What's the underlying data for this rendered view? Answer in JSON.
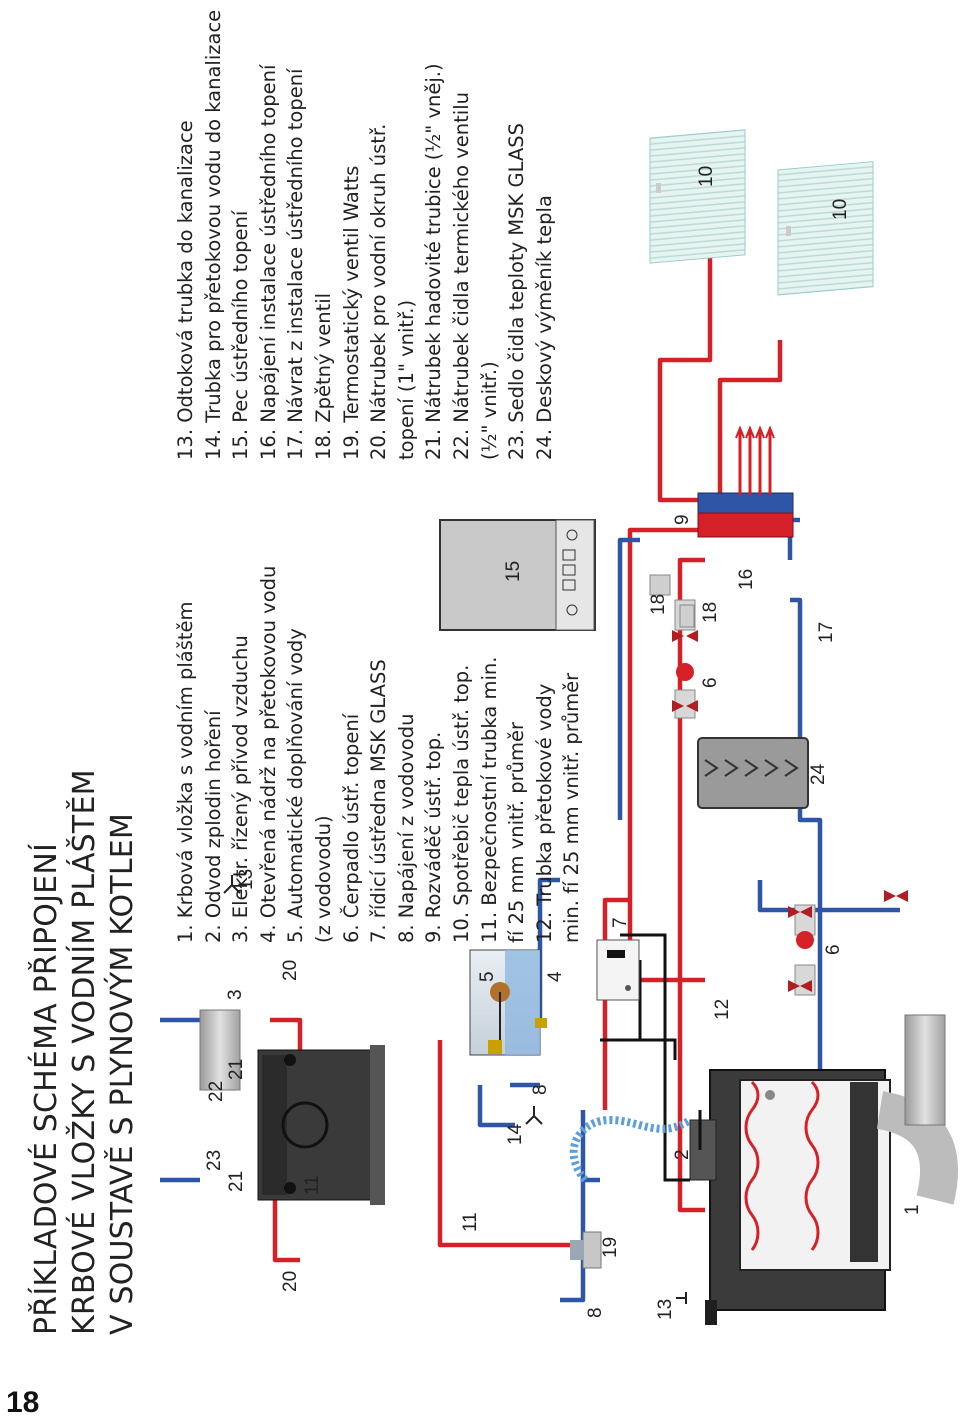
{
  "page_number": "18",
  "title_lines": [
    "PŘÍKLADOVÉ SCHÉMA PŘIPOJENÍ",
    "KRBOVÉ VLOŽKY S VODNÍM PLÁŠTĚM",
    "V SOUSTAVĚ S PLYNOVÝM KOTLEM"
  ],
  "legend_col1": [
    "1. Krbová vložka s vodním pláštěm",
    "2. Odvod zplodin hoření",
    "3. Elektr. řízený přívod vzduchu",
    "4. Otevřená nádrž na přetokovou vodu",
    "5. Automatické doplňování vody",
    "(z vodovodu)",
    "6. Čerpadlo ústř. topení",
    "7. řídicí ústředna MSK GLASS",
    "8. Napájení z vodovodu",
    "9. Rozváděč ústř. top.",
    "10. Spotřebič tepla ústř. top.",
    "11. Bezpečnostní trubka min.",
    "fí 25 mm vnitř. průměr",
    "12. Trubka přetokové vody",
    "min. fí 25 mm vnitř. průměr"
  ],
  "legend_col2": [
    "13. Odtoková trubka do kanalizace",
    "14. Trubka pro přetokovou vodu do kanalizace",
    "15. Pec ústředního topení",
    "16. Napájení instalace ústředního topení",
    "17. Návrat z instalace ústředního topení",
    "18. Zpětný ventil",
    "19. Termostatický ventil Watts",
    "20. Nátrubek pro vodní okruh ústř.",
    "topení (1\" vnitř.)",
    "21. Nátrubek hadovité trubice (½\" vněj.)",
    "22. Nátrubek čidla termického ventilu",
    "(½\" vnitř.)",
    "23. Sedlo čidla teploty MSK GLASS",
    "24. Deskový výměník tepla"
  ],
  "markers": {
    "n1": "1",
    "n2": "2",
    "n3": "3",
    "n4": "4",
    "n5": "5",
    "n6a": "6",
    "n6b": "6",
    "n7": "7",
    "n8a": "8",
    "n8b": "8",
    "n9": "9",
    "n10a": "10",
    "n10b": "10",
    "n11a": "11",
    "n11b": "11",
    "n12": "12",
    "n13a": "13",
    "n13b": "13",
    "n14": "14",
    "n15": "15",
    "n16": "16",
    "n17": "17",
    "n18a": "18",
    "n18b": "18",
    "n19": "19",
    "n20a": "20",
    "n20b": "20",
    "n21a": "21",
    "n21b": "21",
    "n22": "22",
    "n23": "23",
    "n24": "24"
  },
  "colors": {
    "supply": "#d62027",
    "return": "#2f56a6",
    "neutral": "#111111",
    "radiator": "#dff2ef",
    "water": "#8fb8e0"
  }
}
